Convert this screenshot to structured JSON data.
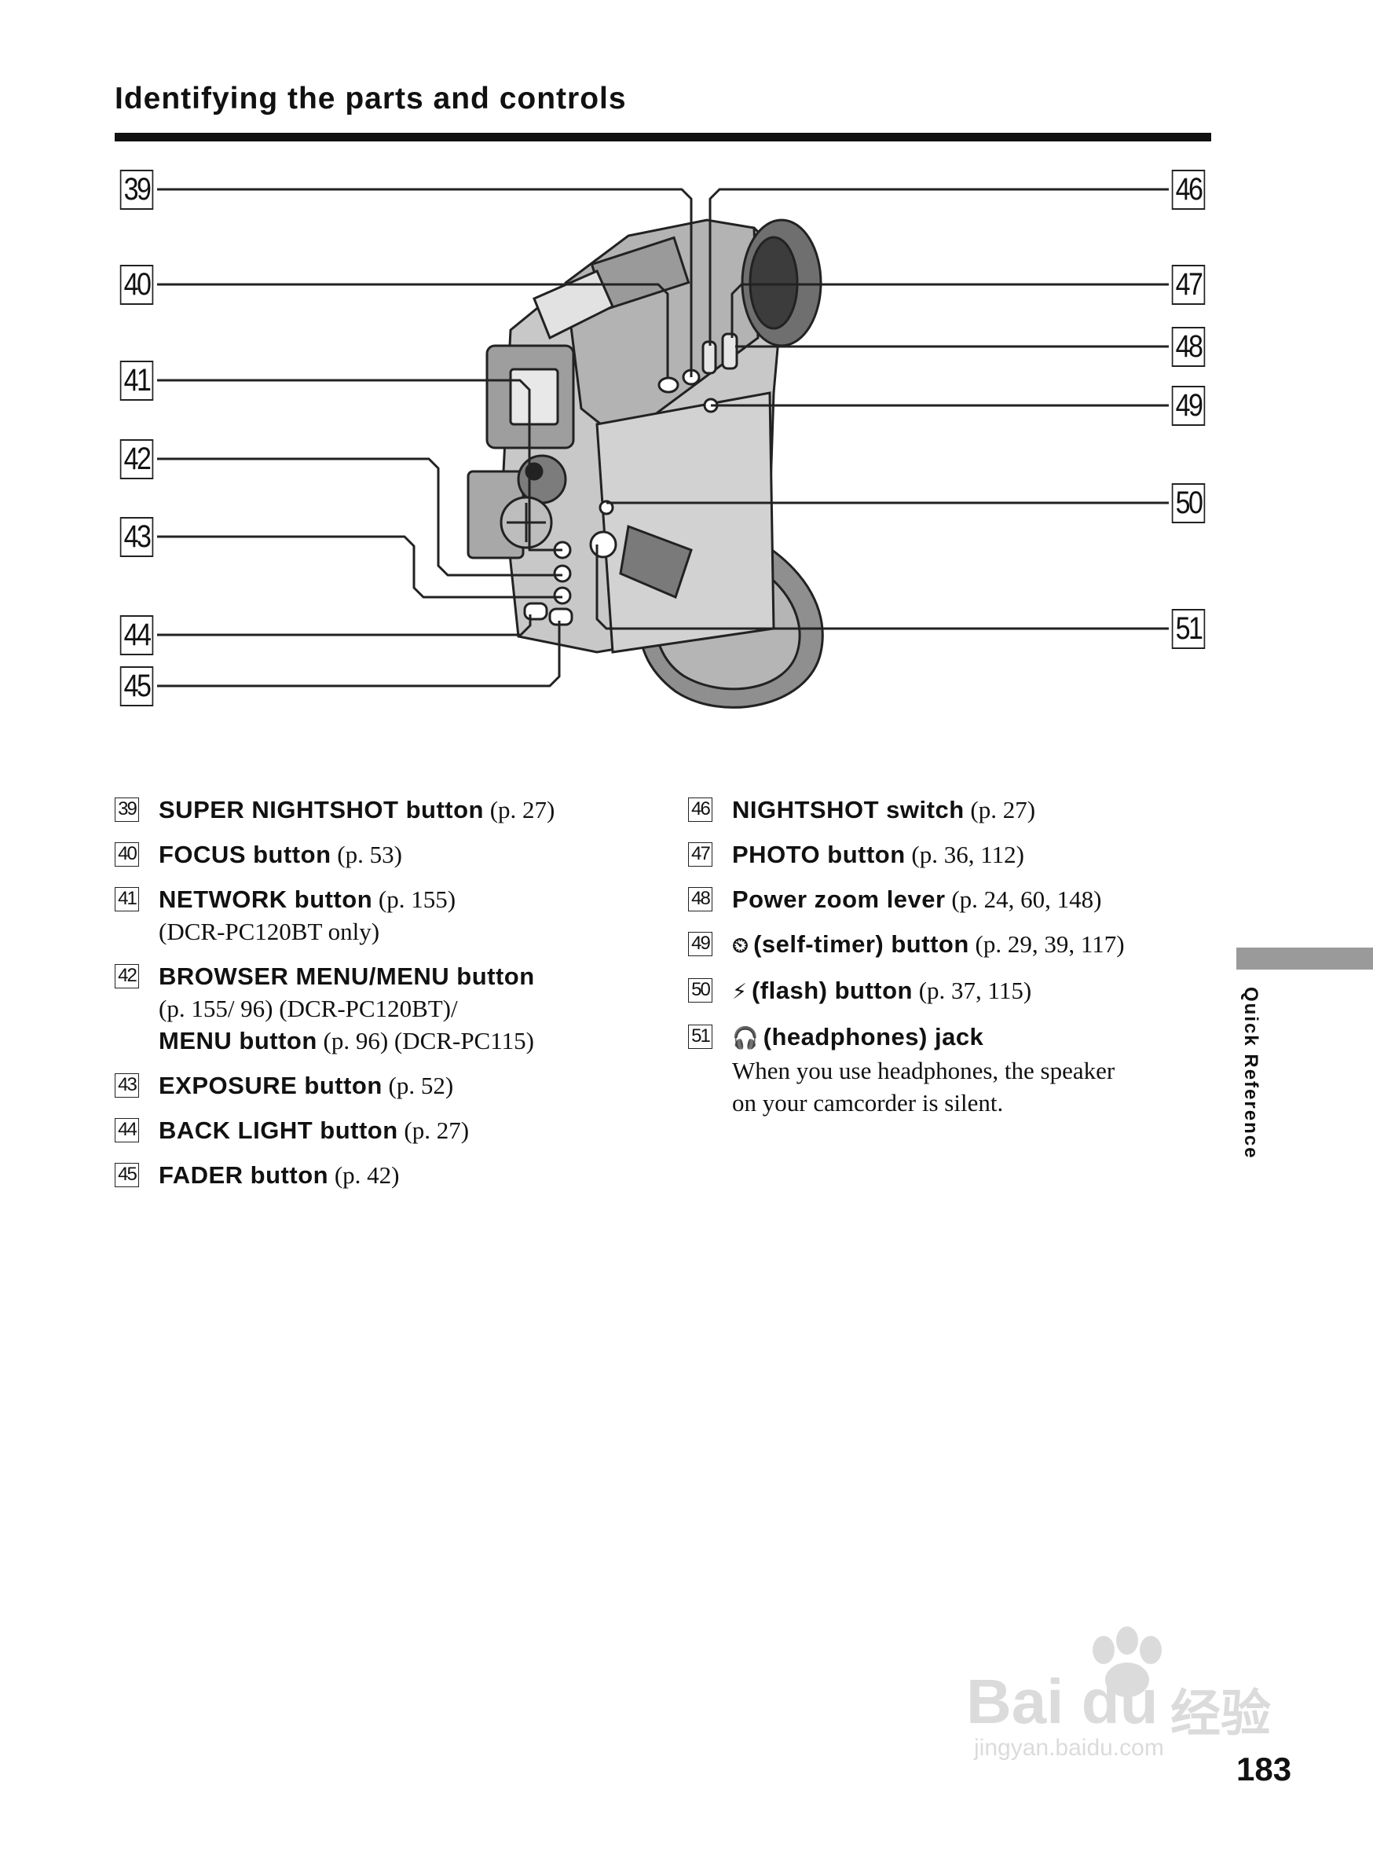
{
  "page": {
    "title": "Identifying the parts and controls",
    "side_label": "Quick Reference",
    "page_number": "183"
  },
  "figure": {
    "callouts_left": [
      "39",
      "40",
      "41",
      "42",
      "43",
      "44",
      "45"
    ],
    "callouts_right": [
      "46",
      "47",
      "48",
      "49",
      "50",
      "51"
    ]
  },
  "legend_left": [
    {
      "num": "39",
      "name": "SUPER NIGHTSHOT button",
      "ref": "(p. 27)"
    },
    {
      "num": "40",
      "name": "FOCUS button",
      "ref": "(p. 53)"
    },
    {
      "num": "41",
      "name": "NETWORK button",
      "ref": "(p. 155)",
      "extra": "(DCR-PC120BT only)"
    },
    {
      "num": "42",
      "name": "BROWSER MENU/MENU button",
      "ref": "",
      "extra": "(p. 155/ 96) (DCR-PC120BT)/",
      "name2": "MENU button",
      "ref2": "(p. 96) (DCR-PC115)"
    },
    {
      "num": "43",
      "name": "EXPOSURE button",
      "ref": "(p. 52)"
    },
    {
      "num": "44",
      "name": "BACK LIGHT button",
      "ref": "(p. 27)"
    },
    {
      "num": "45",
      "name": "FADER button",
      "ref": "(p. 42)"
    }
  ],
  "legend_right": [
    {
      "num": "46",
      "name": "NIGHTSHOT switch",
      "ref": "(p. 27)"
    },
    {
      "num": "47",
      "name": "PHOTO button",
      "ref": "(p. 36, 112)"
    },
    {
      "num": "48",
      "name": "Power zoom lever",
      "ref": "(p. 24, 60, 148)"
    },
    {
      "num": "49",
      "symbol": "⏲",
      "name": "(self-timer) button",
      "ref": "(p. 29, 39, 117)"
    },
    {
      "num": "50",
      "symbol": "⚡",
      "name": "(flash) button",
      "ref": "(p. 37, 115)"
    },
    {
      "num": "51",
      "symbol": "🎧",
      "name": "(headphones) jack",
      "ref": "",
      "extra": "When you use headphones, the speaker",
      "extra2": "on your camcorder is silent."
    }
  ],
  "watermark": {
    "brand": "Bai du",
    "cn": "经验",
    "url": "jingyan.baidu.com"
  }
}
